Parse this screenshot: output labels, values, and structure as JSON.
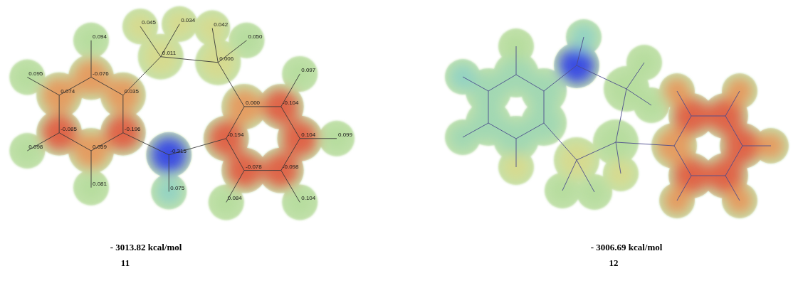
{
  "diagram": {
    "labels": [
      "0.094",
      "0.045",
      "0.050",
      "-0.076",
      "0.011",
      "0.042",
      "0.095",
      "0.034",
      "0.006",
      "0.097",
      "0.074",
      "0.035",
      "0.000",
      "-0.104",
      "-0.196",
      "-0.315",
      "-0.194",
      "0.104",
      "0.099",
      "-0.085",
      "0.059",
      "0.075",
      "-0.078",
      "-0.098",
      "0.098",
      "0.081",
      "0.084",
      "0.104",
      "- 3013.82 kcal/mol",
      "11",
      "- 3006.69 kcal/mol",
      "12"
    ]
  }
}
